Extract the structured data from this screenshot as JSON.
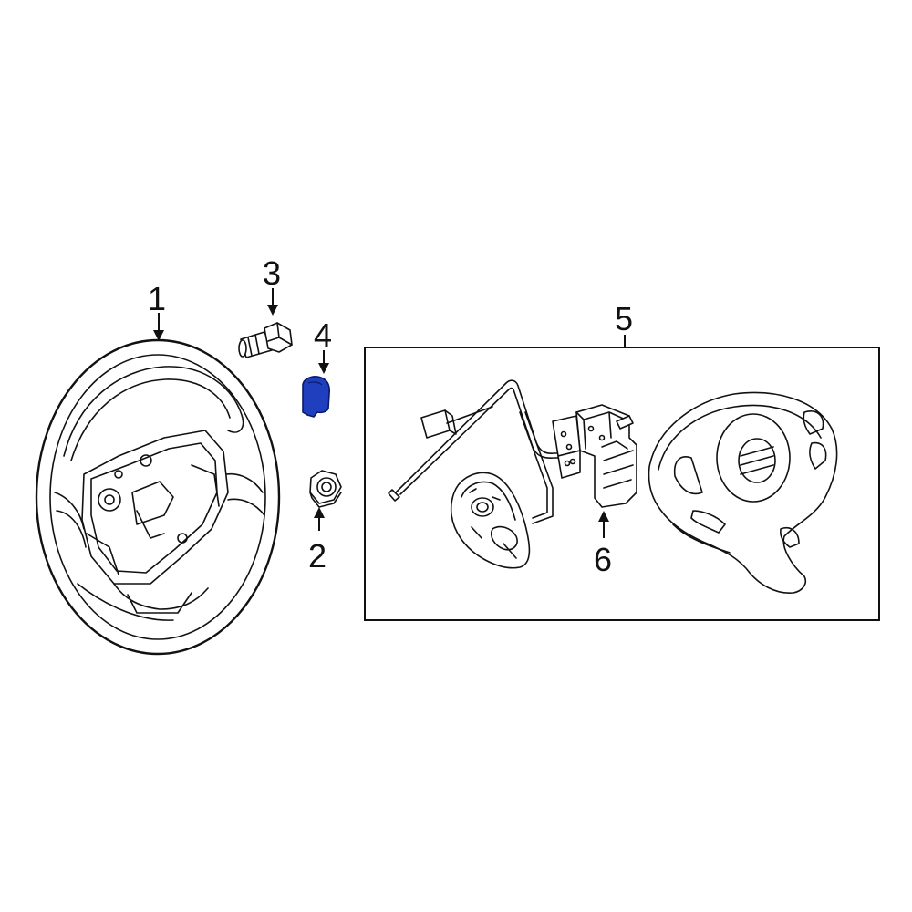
{
  "callouts": {
    "steering_wheel": "1",
    "nut": "2",
    "bolt": "3",
    "highlighted_part": "4",
    "switch_assembly": "5",
    "switch": "6"
  },
  "colors": {
    "line": "#111111",
    "background": "#ffffff",
    "highlight": "#1f3fbf",
    "highlight_outline": "#0a1a66"
  },
  "icons": {
    "wheel": "steering-wheel-illustration",
    "bolt": "bolt-illustration",
    "nut": "nut-illustration",
    "cap": "highlighted-cap-illustration",
    "harness": "wiring-harness-illustration",
    "airbag": "airbag-module-illustration"
  }
}
